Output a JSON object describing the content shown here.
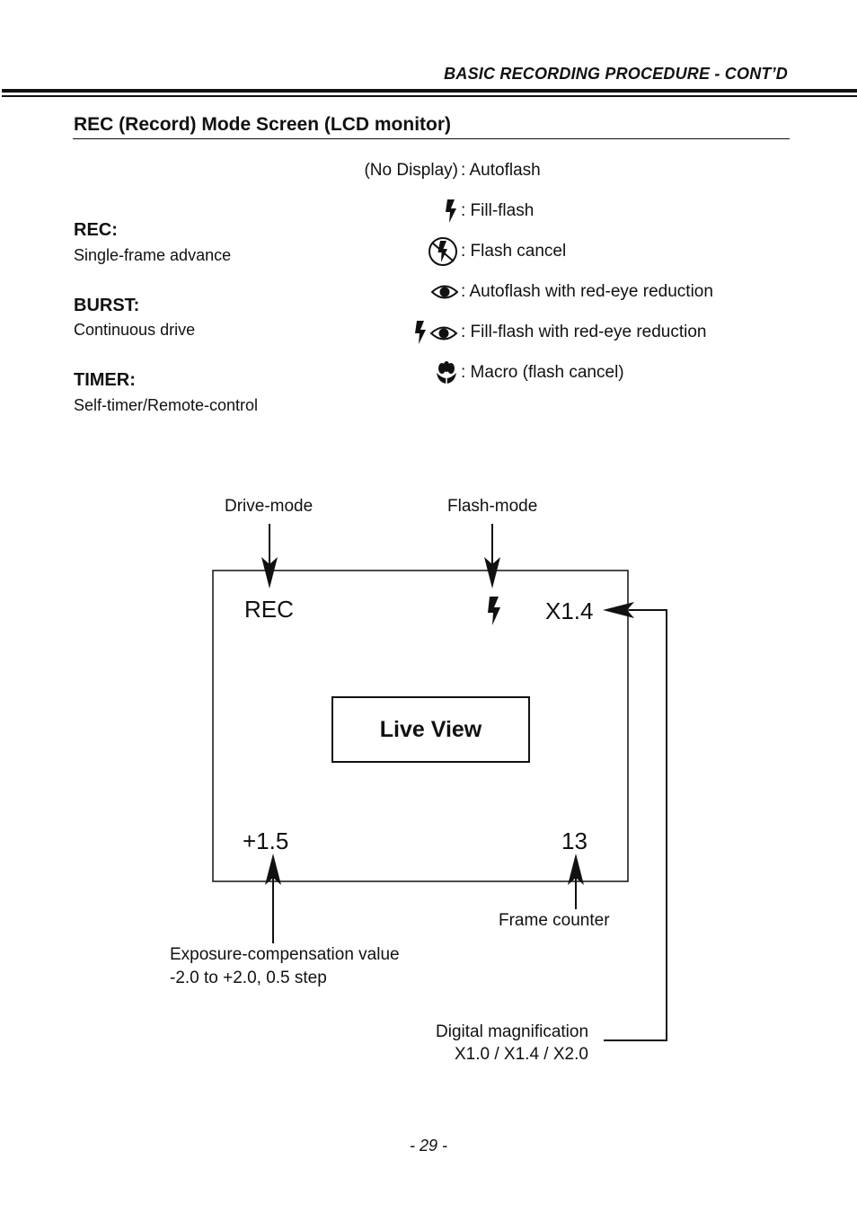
{
  "header": {
    "running_title": "BASIC RECORDING PROCEDURE - CONT’D"
  },
  "section": {
    "title": "REC (Record) Mode Screen (LCD monitor)"
  },
  "drive_modes": [
    {
      "name": "REC:",
      "description": "Single-frame advance"
    },
    {
      "name": "BURST:",
      "description": "Continuous drive"
    },
    {
      "name": "TIMER:",
      "description": "Self-timer/Remote-control"
    }
  ],
  "flash_modes": [
    {
      "icon": "none",
      "glyph_text": "(No Display)",
      "description": ": Autoflash"
    },
    {
      "icon": "flash-icon",
      "description": ": Fill-flash"
    },
    {
      "icon": "flash-cancel-icon",
      "description": ": Flash cancel"
    },
    {
      "icon": "red-eye-icon",
      "description": ": Autoflash with red-eye reduction"
    },
    {
      "icon": "flash-red-eye-icon",
      "description": ": Fill-flash with red-eye reduction"
    },
    {
      "icon": "macro-icon",
      "description": ": Macro (flash cancel)"
    }
  ],
  "diagram": {
    "labels": {
      "drive_mode": "Drive-mode",
      "flash_mode": "Flash-mode",
      "frame_counter": "Frame counter",
      "exposure_line1": "Exposure-compensation value",
      "exposure_line2": "-2.0 to +2.0, 0.5 step",
      "digital_mag_line1": "Digital magnification",
      "digital_mag_line2": "X1.0 / X1.4 / X2.0"
    },
    "screen": {
      "drive_mode_value": "REC",
      "flash_icon": "flash-icon",
      "zoom_value": "X1.4",
      "live_view": "Live View",
      "exposure_value": "+1.5",
      "frame_count": "13"
    }
  },
  "footer": {
    "page_number": "- 29 -"
  }
}
